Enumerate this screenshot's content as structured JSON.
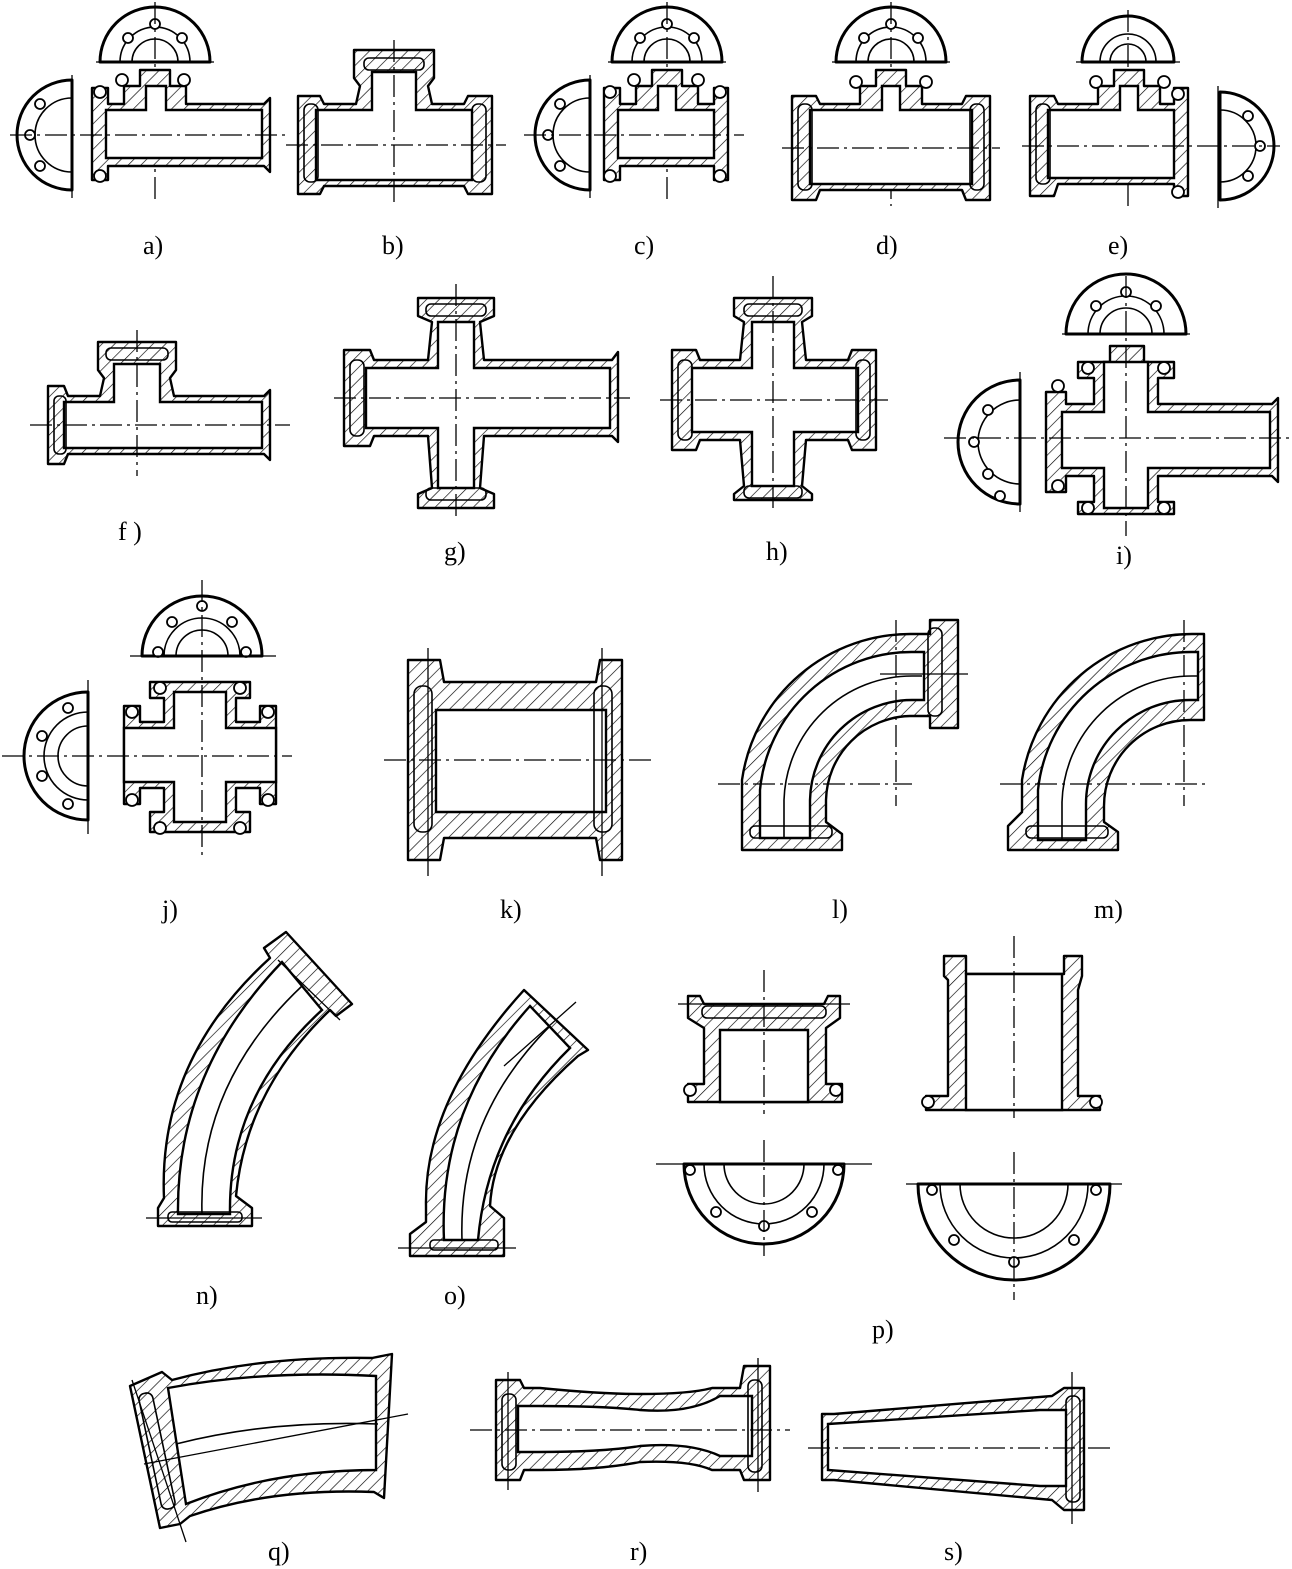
{
  "figure": {
    "panels": [
      {
        "id": "a",
        "label": "a)"
      },
      {
        "id": "b",
        "label": "b)"
      },
      {
        "id": "c",
        "label": "c)"
      },
      {
        "id": "d",
        "label": "d)"
      },
      {
        "id": "e",
        "label": "e)"
      },
      {
        "id": "f",
        "label": "f )"
      },
      {
        "id": "g",
        "label": "g)"
      },
      {
        "id": "h",
        "label": "h)"
      },
      {
        "id": "i",
        "label": "i)"
      },
      {
        "id": "j",
        "label": "j)"
      },
      {
        "id": "k",
        "label": "k)"
      },
      {
        "id": "l",
        "label": "l)"
      },
      {
        "id": "m",
        "label": "m)"
      },
      {
        "id": "n",
        "label": "n)"
      },
      {
        "id": "o",
        "label": "o)"
      },
      {
        "id": "p",
        "label": "p)"
      },
      {
        "id": "q",
        "label": "q)"
      },
      {
        "id": "r",
        "label": "r)"
      },
      {
        "id": "s",
        "label": "s)"
      }
    ]
  }
}
